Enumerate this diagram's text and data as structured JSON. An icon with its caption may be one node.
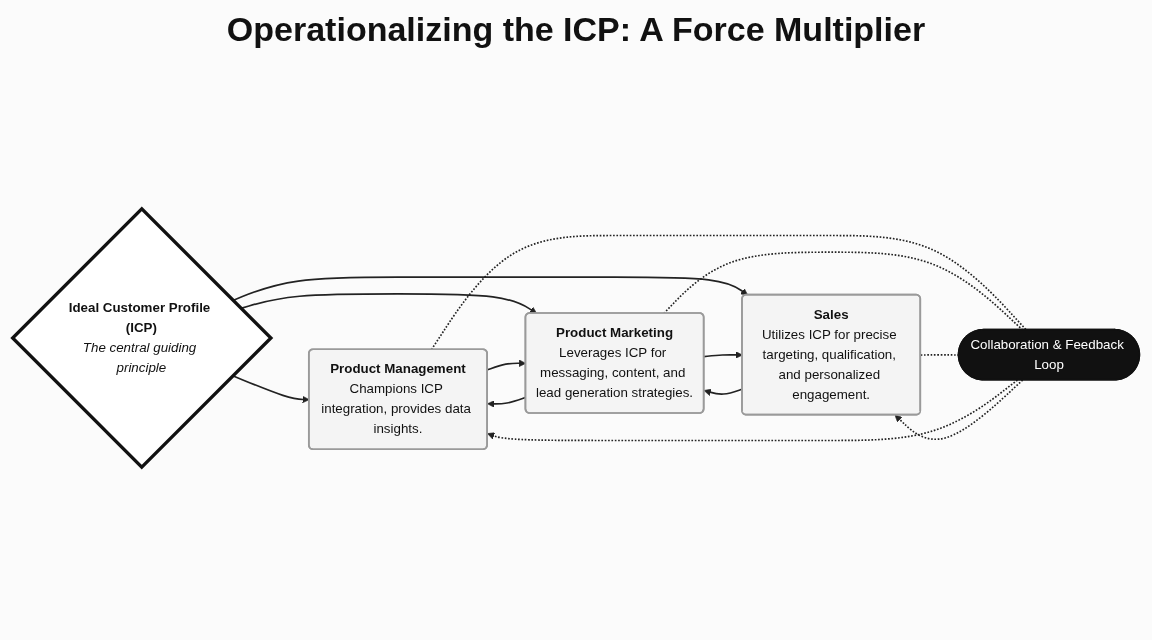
{
  "diagram": {
    "title": "Operationalizing the ICP: A Force Multiplier",
    "nodes": [
      {
        "text": [
          "Ideal Customer Profile (ICP)",
          "The central guiding principle"
        ]
      },
      {
        "text": [
          "Product Management",
          "Champions ICP integration, provides data insights."
        ]
      },
      {
        "text": [
          "Product Marketing",
          "Leverages ICP for messaging, content, and lead generation strategies."
        ]
      },
      {
        "text": [
          "Sales",
          "Utilizes ICP for precise targeting, qualification, and personalized engagement."
        ]
      },
      {
        "text": [
          "Collaboration & Feedback Loop"
        ]
      }
    ],
    "edges": [
      {
        "from": 0,
        "to": 1,
        "arrow": "to"
      },
      {
        "from": 0,
        "to": 2,
        "arrow": "to"
      },
      {
        "from": 0,
        "to": 3,
        "arrow": "to"
      },
      {
        "from": 1,
        "to": 2,
        "arrow": "to"
      },
      {
        "from": 2,
        "to": 1,
        "arrow": "to"
      },
      {
        "from": 2,
        "to": 3,
        "arrow": "to"
      },
      {
        "from": 3,
        "to": 2,
        "arrow": "to"
      },
      {
        "from": 1,
        "to": 4,
        "arrow": "none",
        "style": "dashed"
      },
      {
        "from": 2,
        "to": 4,
        "arrow": "none",
        "style": "dashed"
      },
      {
        "from": 3,
        "to": 4,
        "arrow": "none",
        "style": "dashed"
      },
      {
        "from": 4,
        "to": 1,
        "arrow": "to",
        "style": "dashed"
      },
      {
        "from": 4,
        "to": 3,
        "arrow": "to",
        "style": "dashed"
      }
    ]
  }
}
